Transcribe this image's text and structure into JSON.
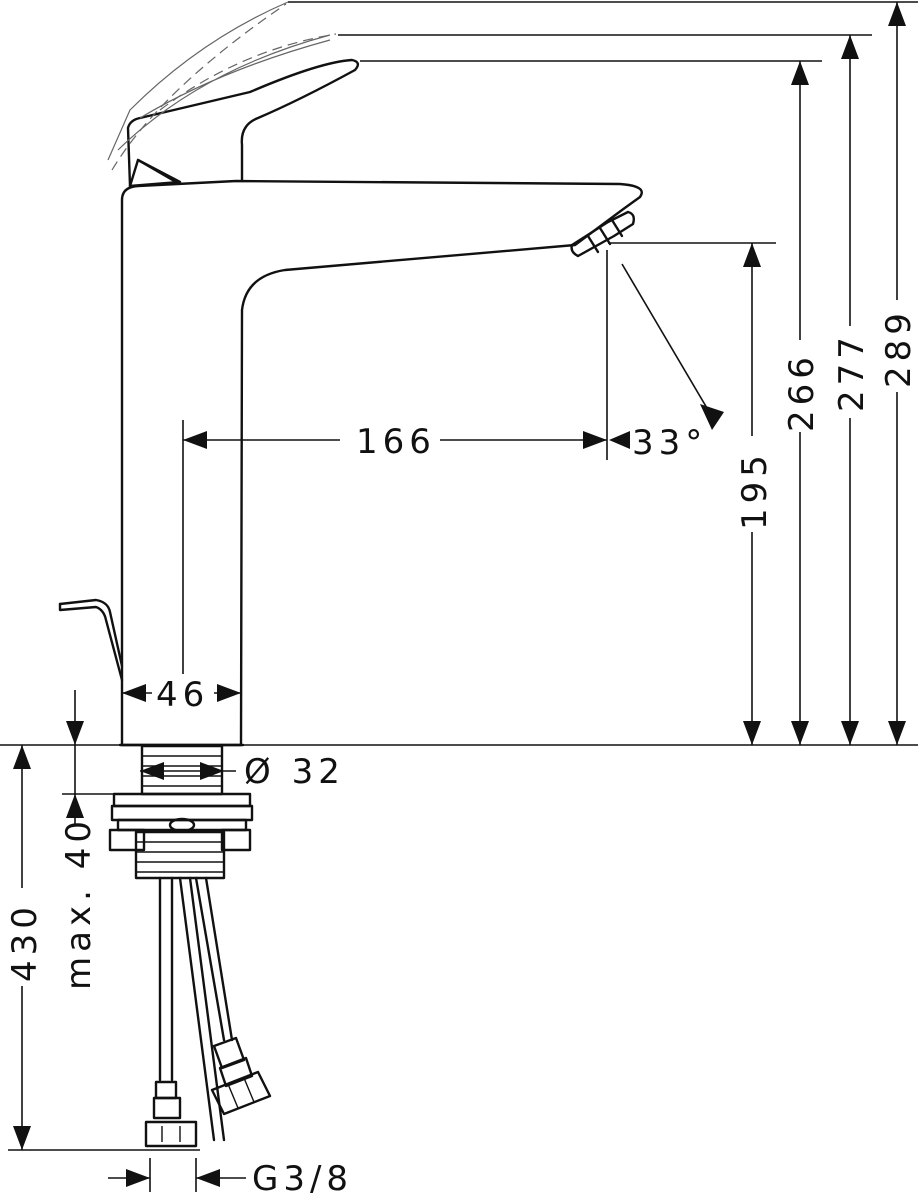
{
  "dimensions": {
    "height_total": "289",
    "height_handle": "277",
    "height_body": "266",
    "height_spout": "195",
    "spout_reach": "166",
    "spout_angle": "33°",
    "body_width": "46",
    "thread_diameter": "Ø 32",
    "max_deck": "max. 40",
    "hose_length": "430",
    "connection": "G3/8"
  }
}
